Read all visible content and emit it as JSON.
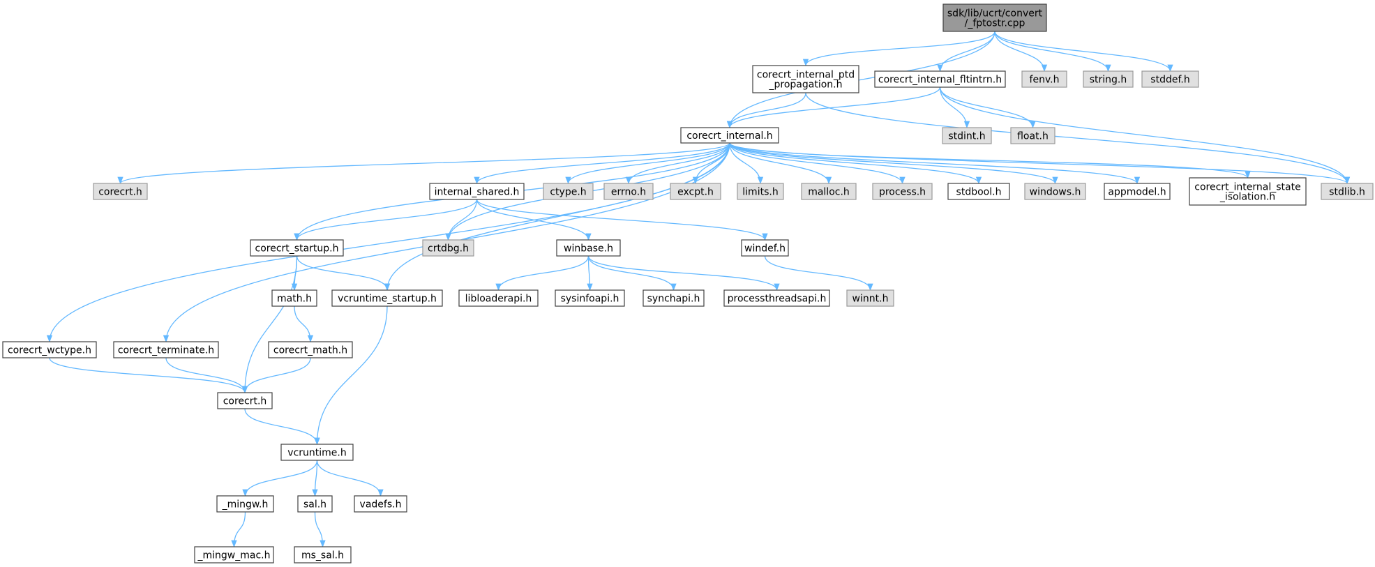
{
  "diagram": {
    "title": "",
    "colors": {
      "edge": "#63b8ff",
      "root_fill": "#999999",
      "external_fill": "#e0e0e0",
      "internal_fill": "#ffffff",
      "border": "#404040",
      "external_border": "#999999"
    },
    "nodes": [
      {
        "id": "root",
        "lines": [
          "sdk/lib/ucrt/convert",
          "/_fptostr.cpp"
        ],
        "kind": "root"
      },
      {
        "id": "ptd",
        "lines": [
          "corecrt_internal_ptd",
          "_propagation.h"
        ],
        "kind": "internal"
      },
      {
        "id": "fltintrn",
        "lines": [
          "corecrt_internal_fltintrn.h"
        ],
        "kind": "internal"
      },
      {
        "id": "fenv",
        "lines": [
          "fenv.h"
        ],
        "kind": "external"
      },
      {
        "id": "string",
        "lines": [
          "string.h"
        ],
        "kind": "external"
      },
      {
        "id": "stddef",
        "lines": [
          "stddef.h"
        ],
        "kind": "external"
      },
      {
        "id": "internal",
        "lines": [
          "corecrt_internal.h"
        ],
        "kind": "internal"
      },
      {
        "id": "stdint",
        "lines": [
          "stdint.h"
        ],
        "kind": "external"
      },
      {
        "id": "float",
        "lines": [
          "float.h"
        ],
        "kind": "external"
      },
      {
        "id": "corecrt_ext",
        "lines": [
          "corecrt.h"
        ],
        "kind": "external"
      },
      {
        "id": "shared",
        "lines": [
          "internal_shared.h"
        ],
        "kind": "internal"
      },
      {
        "id": "ctype",
        "lines": [
          "ctype.h"
        ],
        "kind": "external"
      },
      {
        "id": "errno",
        "lines": [
          "errno.h"
        ],
        "kind": "external"
      },
      {
        "id": "excpt",
        "lines": [
          "excpt.h"
        ],
        "kind": "external"
      },
      {
        "id": "limits",
        "lines": [
          "limits.h"
        ],
        "kind": "external"
      },
      {
        "id": "malloc",
        "lines": [
          "malloc.h"
        ],
        "kind": "external"
      },
      {
        "id": "process",
        "lines": [
          "process.h"
        ],
        "kind": "external"
      },
      {
        "id": "stdbool",
        "lines": [
          "stdbool.h"
        ],
        "kind": "internal"
      },
      {
        "id": "windows",
        "lines": [
          "windows.h"
        ],
        "kind": "external"
      },
      {
        "id": "appmodel",
        "lines": [
          "appmodel.h"
        ],
        "kind": "internal"
      },
      {
        "id": "state",
        "lines": [
          "corecrt_internal_state",
          "_isolation.h"
        ],
        "kind": "internal"
      },
      {
        "id": "stdlib",
        "lines": [
          "stdlib.h"
        ],
        "kind": "external"
      },
      {
        "id": "startup",
        "lines": [
          "corecrt_startup.h"
        ],
        "kind": "internal"
      },
      {
        "id": "crtdbg",
        "lines": [
          "crtdbg.h"
        ],
        "kind": "external"
      },
      {
        "id": "winbase",
        "lines": [
          "winbase.h"
        ],
        "kind": "internal"
      },
      {
        "id": "windef",
        "lines": [
          "windef.h"
        ],
        "kind": "internal"
      },
      {
        "id": "math",
        "lines": [
          "math.h"
        ],
        "kind": "internal"
      },
      {
        "id": "vcstartup",
        "lines": [
          "vcruntime_startup.h"
        ],
        "kind": "internal"
      },
      {
        "id": "libloader",
        "lines": [
          "libloaderapi.h"
        ],
        "kind": "internal"
      },
      {
        "id": "sysinfo",
        "lines": [
          "sysinfoapi.h"
        ],
        "kind": "internal"
      },
      {
        "id": "synch",
        "lines": [
          "synchapi.h"
        ],
        "kind": "internal"
      },
      {
        "id": "procthread",
        "lines": [
          "processthreadsapi.h"
        ],
        "kind": "internal"
      },
      {
        "id": "winnt",
        "lines": [
          "winnt.h"
        ],
        "kind": "external"
      },
      {
        "id": "wctype",
        "lines": [
          "corecrt_wctype.h"
        ],
        "kind": "internal"
      },
      {
        "id": "terminate",
        "lines": [
          "corecrt_terminate.h"
        ],
        "kind": "internal"
      },
      {
        "id": "crtmath",
        "lines": [
          "corecrt_math.h"
        ],
        "kind": "internal"
      },
      {
        "id": "corecrt",
        "lines": [
          "corecrt.h"
        ],
        "kind": "internal"
      },
      {
        "id": "vcruntime",
        "lines": [
          "vcruntime.h"
        ],
        "kind": "internal"
      },
      {
        "id": "mingw",
        "lines": [
          "_mingw.h"
        ],
        "kind": "internal"
      },
      {
        "id": "sal",
        "lines": [
          "sal.h"
        ],
        "kind": "internal"
      },
      {
        "id": "vadefs",
        "lines": [
          "vadefs.h"
        ],
        "kind": "internal"
      },
      {
        "id": "mingwmac",
        "lines": [
          "_mingw_mac.h"
        ],
        "kind": "internal"
      },
      {
        "id": "mssal",
        "lines": [
          "ms_sal.h"
        ],
        "kind": "internal"
      }
    ],
    "edges": [
      [
        "root",
        "internal"
      ],
      [
        "root",
        "ptd"
      ],
      [
        "root",
        "fltintrn"
      ],
      [
        "root",
        "fenv"
      ],
      [
        "root",
        "string"
      ],
      [
        "root",
        "stddef"
      ],
      [
        "ptd",
        "internal"
      ],
      [
        "ptd",
        "stdlib"
      ],
      [
        "fltintrn",
        "internal"
      ],
      [
        "fltintrn",
        "stdint"
      ],
      [
        "fltintrn",
        "float"
      ],
      [
        "fltintrn",
        "stdlib"
      ],
      [
        "internal",
        "corecrt_ext"
      ],
      [
        "internal",
        "shared"
      ],
      [
        "internal",
        "ctype"
      ],
      [
        "internal",
        "errno"
      ],
      [
        "internal",
        "excpt"
      ],
      [
        "internal",
        "limits"
      ],
      [
        "internal",
        "malloc"
      ],
      [
        "internal",
        "process"
      ],
      [
        "internal",
        "stdbool"
      ],
      [
        "internal",
        "windows"
      ],
      [
        "internal",
        "appmodel"
      ],
      [
        "internal",
        "state"
      ],
      [
        "internal",
        "stdlib"
      ],
      [
        "internal",
        "startup"
      ],
      [
        "internal",
        "crtdbg"
      ],
      [
        "internal",
        "vcstartup"
      ],
      [
        "internal",
        "wctype"
      ],
      [
        "internal",
        "terminate"
      ],
      [
        "shared",
        "startup"
      ],
      [
        "shared",
        "crtdbg"
      ],
      [
        "shared",
        "winbase"
      ],
      [
        "shared",
        "windef"
      ],
      [
        "startup",
        "math"
      ],
      [
        "startup",
        "vcstartup"
      ],
      [
        "startup",
        "corecrt"
      ],
      [
        "math",
        "crtmath"
      ],
      [
        "crtmath",
        "corecrt"
      ],
      [
        "winbase",
        "libloader"
      ],
      [
        "winbase",
        "sysinfo"
      ],
      [
        "winbase",
        "synch"
      ],
      [
        "winbase",
        "procthread"
      ],
      [
        "windef",
        "winnt"
      ],
      [
        "wctype",
        "corecrt"
      ],
      [
        "terminate",
        "corecrt"
      ],
      [
        "vcstartup",
        "vcruntime"
      ],
      [
        "corecrt",
        "vcruntime"
      ],
      [
        "vcruntime",
        "mingw"
      ],
      [
        "vcruntime",
        "sal"
      ],
      [
        "vcruntime",
        "vadefs"
      ],
      [
        "mingw",
        "mingwmac"
      ],
      [
        "sal",
        "mssal"
      ]
    ]
  }
}
